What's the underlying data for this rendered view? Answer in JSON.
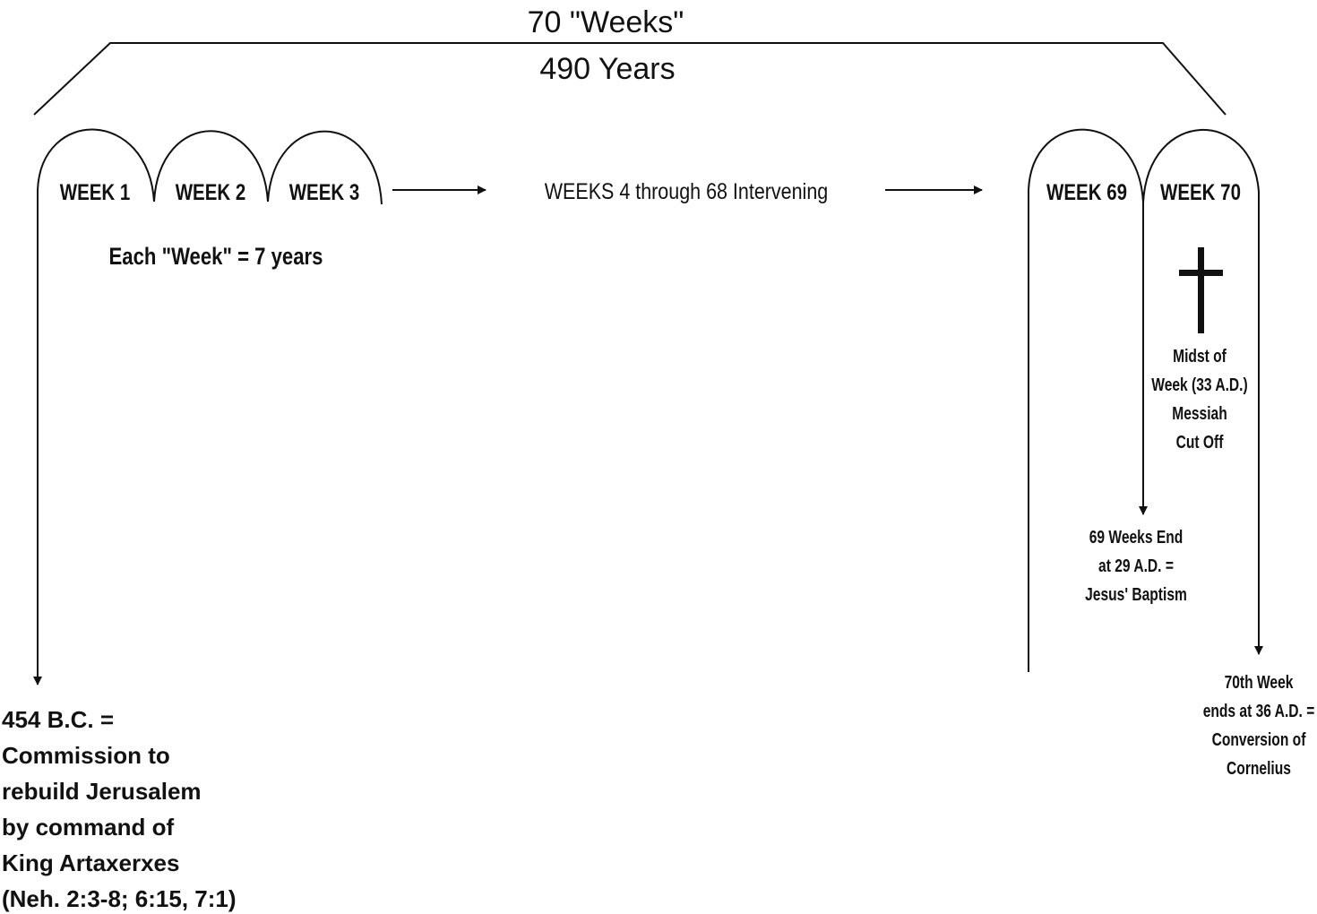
{
  "title": "70 \"Weeks\"",
  "subtitle": "490 Years",
  "weeks": {
    "week1": "WEEK 1",
    "week2": "WEEK 2",
    "week3": "WEEK 3",
    "week69": "WEEK 69",
    "week70": "WEEK 70"
  },
  "intervening": "WEEKS 4 through 68 Intervening",
  "each_week": "Each \"Week\" = 7 years",
  "midst": [
    "Midst of",
    "Week (33 A.D.)",
    "Messiah",
    "Cut Off"
  ],
  "end69": [
    "69 Weeks End",
    "at 29 A.D. =",
    "Jesus' Baptism"
  ],
  "end70": [
    "70th Week",
    "ends at 36 A.D. =",
    "Conversion of",
    "Cornelius"
  ],
  "start": [
    "454 B.C. =",
    "Commission to",
    "rebuild Jerusalem",
    "by command of",
    "King Artaxerxes",
    "(Neh. 2:3-8; 6:15, 7:1)"
  ],
  "icons": {
    "cross": "cross-icon"
  },
  "colors": {
    "ink": "#111111",
    "background": "#ffffff"
  }
}
